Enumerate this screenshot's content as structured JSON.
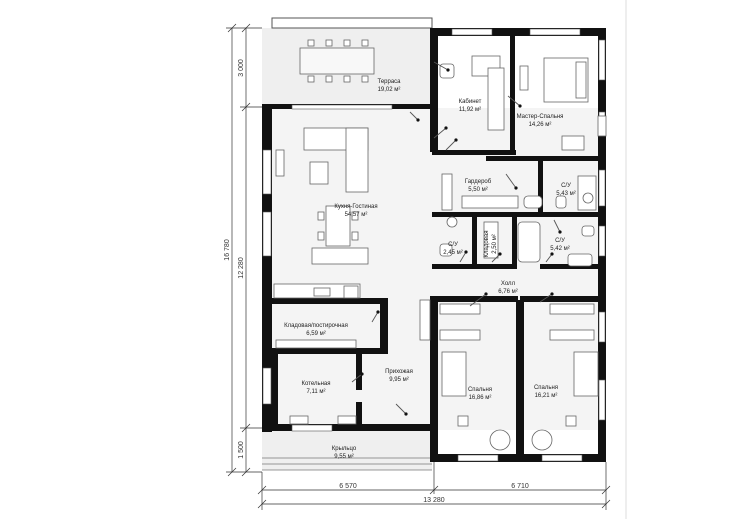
{
  "rooms": [
    {
      "id": "terrace",
      "name": "Терраса",
      "area": "19,02 м²"
    },
    {
      "id": "office",
      "name": "Кабинет",
      "area": "11,92 м²"
    },
    {
      "id": "master",
      "name": "Мастер-Спальня",
      "area": "14,26 м²"
    },
    {
      "id": "kitchen",
      "name": "Кухня-Гостиная",
      "area": "54,57 м²"
    },
    {
      "id": "wardrobe",
      "name": "Гардероб",
      "area": "5,50 м²"
    },
    {
      "id": "bath1",
      "name": "С/У",
      "area": "5,43 м²"
    },
    {
      "id": "wc",
      "name": "С/У",
      "area": "2,45 м²"
    },
    {
      "id": "closet",
      "name": "Кладовая",
      "area": "2,50 м²"
    },
    {
      "id": "bath2",
      "name": "С/У",
      "area": "5,42 м²"
    },
    {
      "id": "hall",
      "name": "Холл",
      "area": "6,76 м²"
    },
    {
      "id": "pantry",
      "name": "Кладовая/постирочная",
      "area": "6,59 м²"
    },
    {
      "id": "entry",
      "name": "Прихожая",
      "area": "9,95 м²"
    },
    {
      "id": "boiler",
      "name": "Котельная",
      "area": "7,11 м²"
    },
    {
      "id": "bedroom1",
      "name": "Спальня",
      "area": "16,86 м²"
    },
    {
      "id": "bedroom2",
      "name": "Спальня",
      "area": "16,21 м²"
    },
    {
      "id": "porch",
      "name": "Крыльцо",
      "area": "9,55 м²"
    }
  ],
  "dimensions": {
    "left_total": "16 780",
    "left_top": "3 000",
    "left_middle": "12 280",
    "left_bottom": "1 500",
    "bottom_left": "6 570",
    "bottom_right": "6 710",
    "bottom_total": "13 280"
  }
}
